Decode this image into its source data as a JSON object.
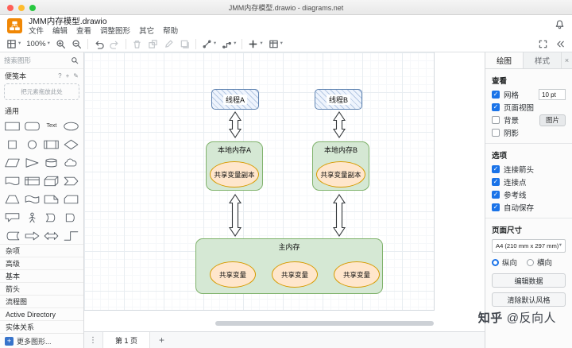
{
  "window": {
    "title": "JMM内存模型.drawio - diagrams.net"
  },
  "icons": {
    "caret": "▾",
    "plus": "+",
    "check": "✓",
    "close": "×",
    "help": "?",
    "edit": "✎",
    "page_menu": "⋮"
  },
  "header": {
    "filename": "JMM内存模型.drawio",
    "menus": [
      "文件",
      "编辑",
      "查看",
      "调整图形",
      "其它",
      "帮助"
    ]
  },
  "toolbar": {
    "zoom_level": "100%"
  },
  "sidebar": {
    "search_placeholder": "搜索图形",
    "scratchpad_title": "便笺本",
    "dropzone_text": "把元素拖放此处",
    "general_title": "通用",
    "text_shape_label": "Text",
    "sections": [
      "杂项",
      "高级",
      "基本",
      "箭头",
      "流程图",
      "Active Directory",
      "实体关系"
    ],
    "more_shapes_label": "更多图形..."
  },
  "canvas": {
    "thread_a": "线程A",
    "thread_b": "线程B",
    "local_memory_a": "本地内存A",
    "local_memory_b": "本地内存B",
    "shared_copy": "共享变量副本",
    "main_memory": "主内存",
    "shared_var": "共享变量",
    "watermark_bold": "知乎",
    "watermark_rest": "@反向人"
  },
  "pagebar": {
    "page_tab": "第 1 页"
  },
  "format_panel": {
    "tab_diagram": "绘图",
    "tab_style": "样式",
    "view": {
      "title": "查看",
      "grid": "网格",
      "grid_size": "10 pt",
      "page_view": "页面视图",
      "background": "背景",
      "image_button": "图片",
      "shadow": "阴影"
    },
    "options": {
      "title": "选项",
      "connection_arrows": "连接箭头",
      "connection_points": "连接点",
      "guides": "参考线",
      "autosave": "自动保存"
    },
    "paper": {
      "title": "页面尺寸",
      "size_value": "A4 (210 mm x 297 mm)",
      "portrait": "纵向",
      "landscape": "横向"
    },
    "edit_data_button": "编辑数据",
    "clear_style_button": "清除默认风格"
  },
  "colors": {
    "accent_blue": "#1a73e8",
    "logo_orange": "#f08705",
    "green_fill": "#d5e8d4",
    "green_stroke": "#82b366",
    "orange_fill": "#ffe6cc",
    "orange_stroke": "#d79b00",
    "blue_fill": "#dae8fc",
    "blue_stroke": "#6c8ebf"
  }
}
